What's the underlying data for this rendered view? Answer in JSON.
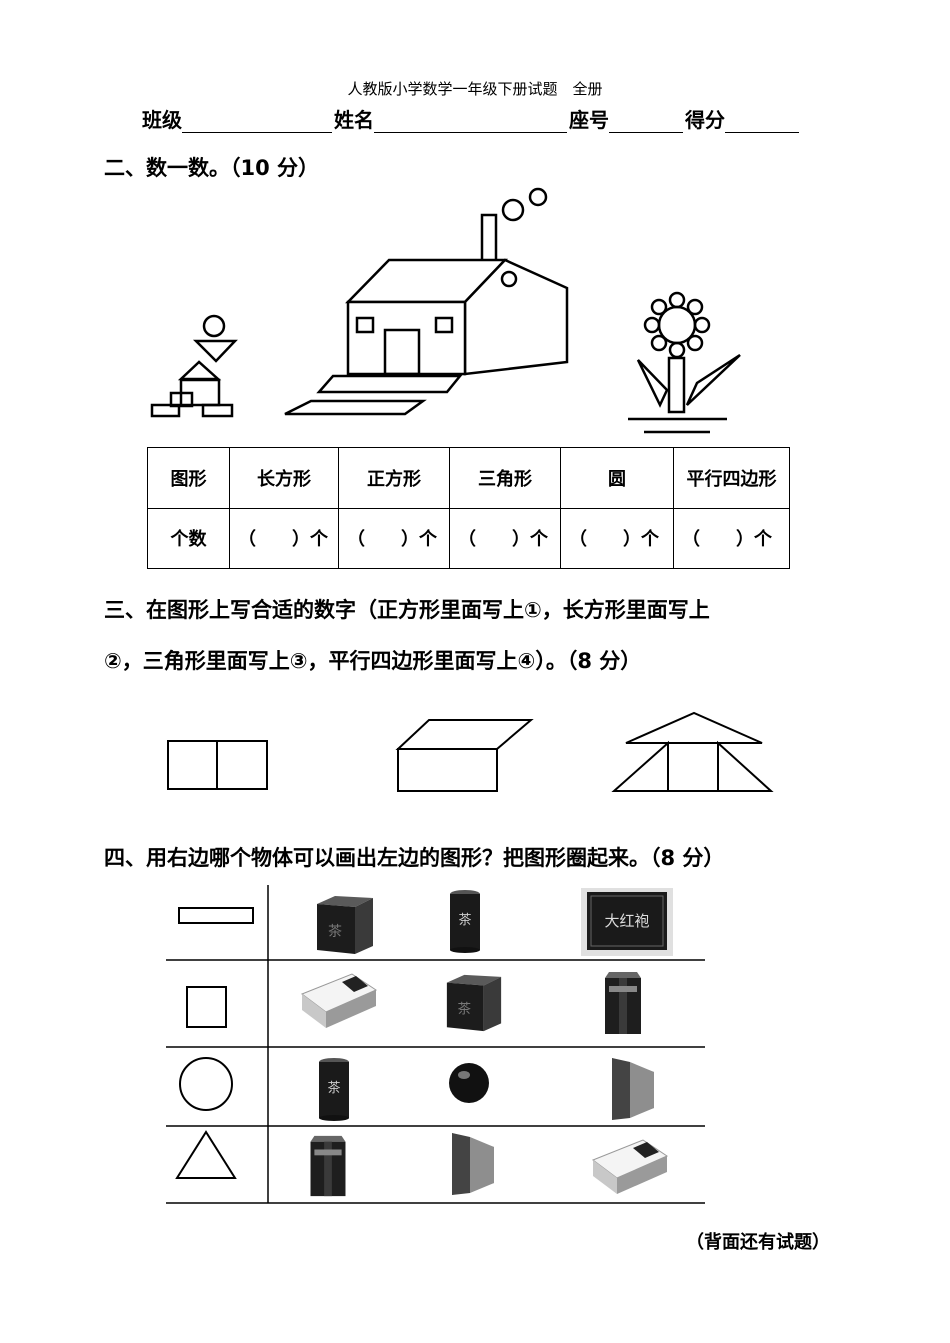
{
  "header": {
    "title": "人教版小学数学一年级下册试题　全册",
    "class_label": "班级",
    "name_label": "姓名",
    "seat_label": "座号",
    "score_label": "得分"
  },
  "q2": {
    "title": "二、数一数。（10 分）",
    "table": {
      "row_headers": [
        "图形",
        "个数"
      ],
      "columns": [
        "长方形",
        "正方形",
        "三角形",
        "圆",
        "平行四边形"
      ],
      "count_cell": "（　　）个"
    }
  },
  "q3": {
    "title_line1": "三、在图形上写合适的数字（正方形里面写上①，长方形里面写上",
    "title_line2": "②，三角形里面写上③，平行四边形里面写上④）。（8 分）"
  },
  "q4": {
    "title": "四、用右边哪个物体可以画出左边的图形？把图形圈起来。（8 分）",
    "rows": [
      {
        "shape": "rectangle",
        "objects": [
          "black-tea-cube-box",
          "tea-can",
          "dahongpao-gift-box"
        ]
      },
      {
        "shape": "square",
        "objects": [
          "white-gift-box",
          "black-tea-cube-box",
          "hexagonal-tea-can"
        ]
      },
      {
        "shape": "circle",
        "objects": [
          "tea-can",
          "black-ball",
          "triangular-prism"
        ]
      },
      {
        "shape": "triangle",
        "objects": [
          "hexagonal-tea-can",
          "triangular-prism",
          "white-gift-box"
        ]
      }
    ],
    "box_label_char": "茶",
    "gift_box_text": "大红袍"
  },
  "footer": {
    "note": "（背面还有试题）"
  }
}
